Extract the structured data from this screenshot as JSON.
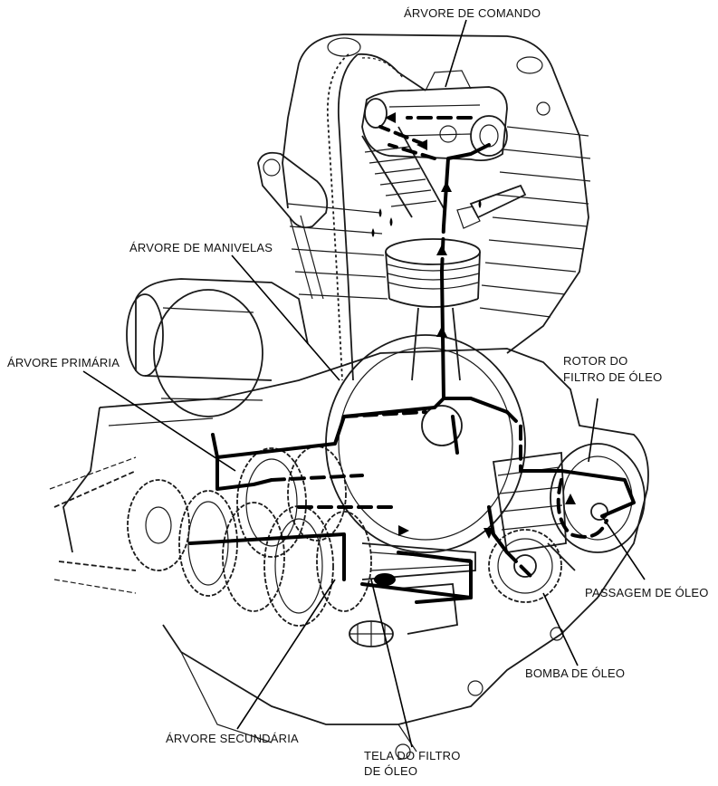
{
  "labels": {
    "camshaft": "ÁRVORE DE COMANDO",
    "crankshaft": "ÁRVORE DE MANIVELAS",
    "primary_shaft": "ÁRVORE PRIMÁRIA",
    "filter_rotor_line1": "ROTOR DO",
    "filter_rotor_line2": "FILTRO DE ÓLEO",
    "oil_passage": "PASSAGEM DE ÓLEO",
    "oil_pump": "BOMBA DE ÓLEO",
    "secondary_shaft": "ÁRVORE SECUNDÁRIA",
    "filter_screen_line1": "TELA DO FILTRO",
    "filter_screen_line2": "DE ÓLEO"
  },
  "colors": {
    "ink": "#1a1a1a",
    "background": "#ffffff"
  }
}
